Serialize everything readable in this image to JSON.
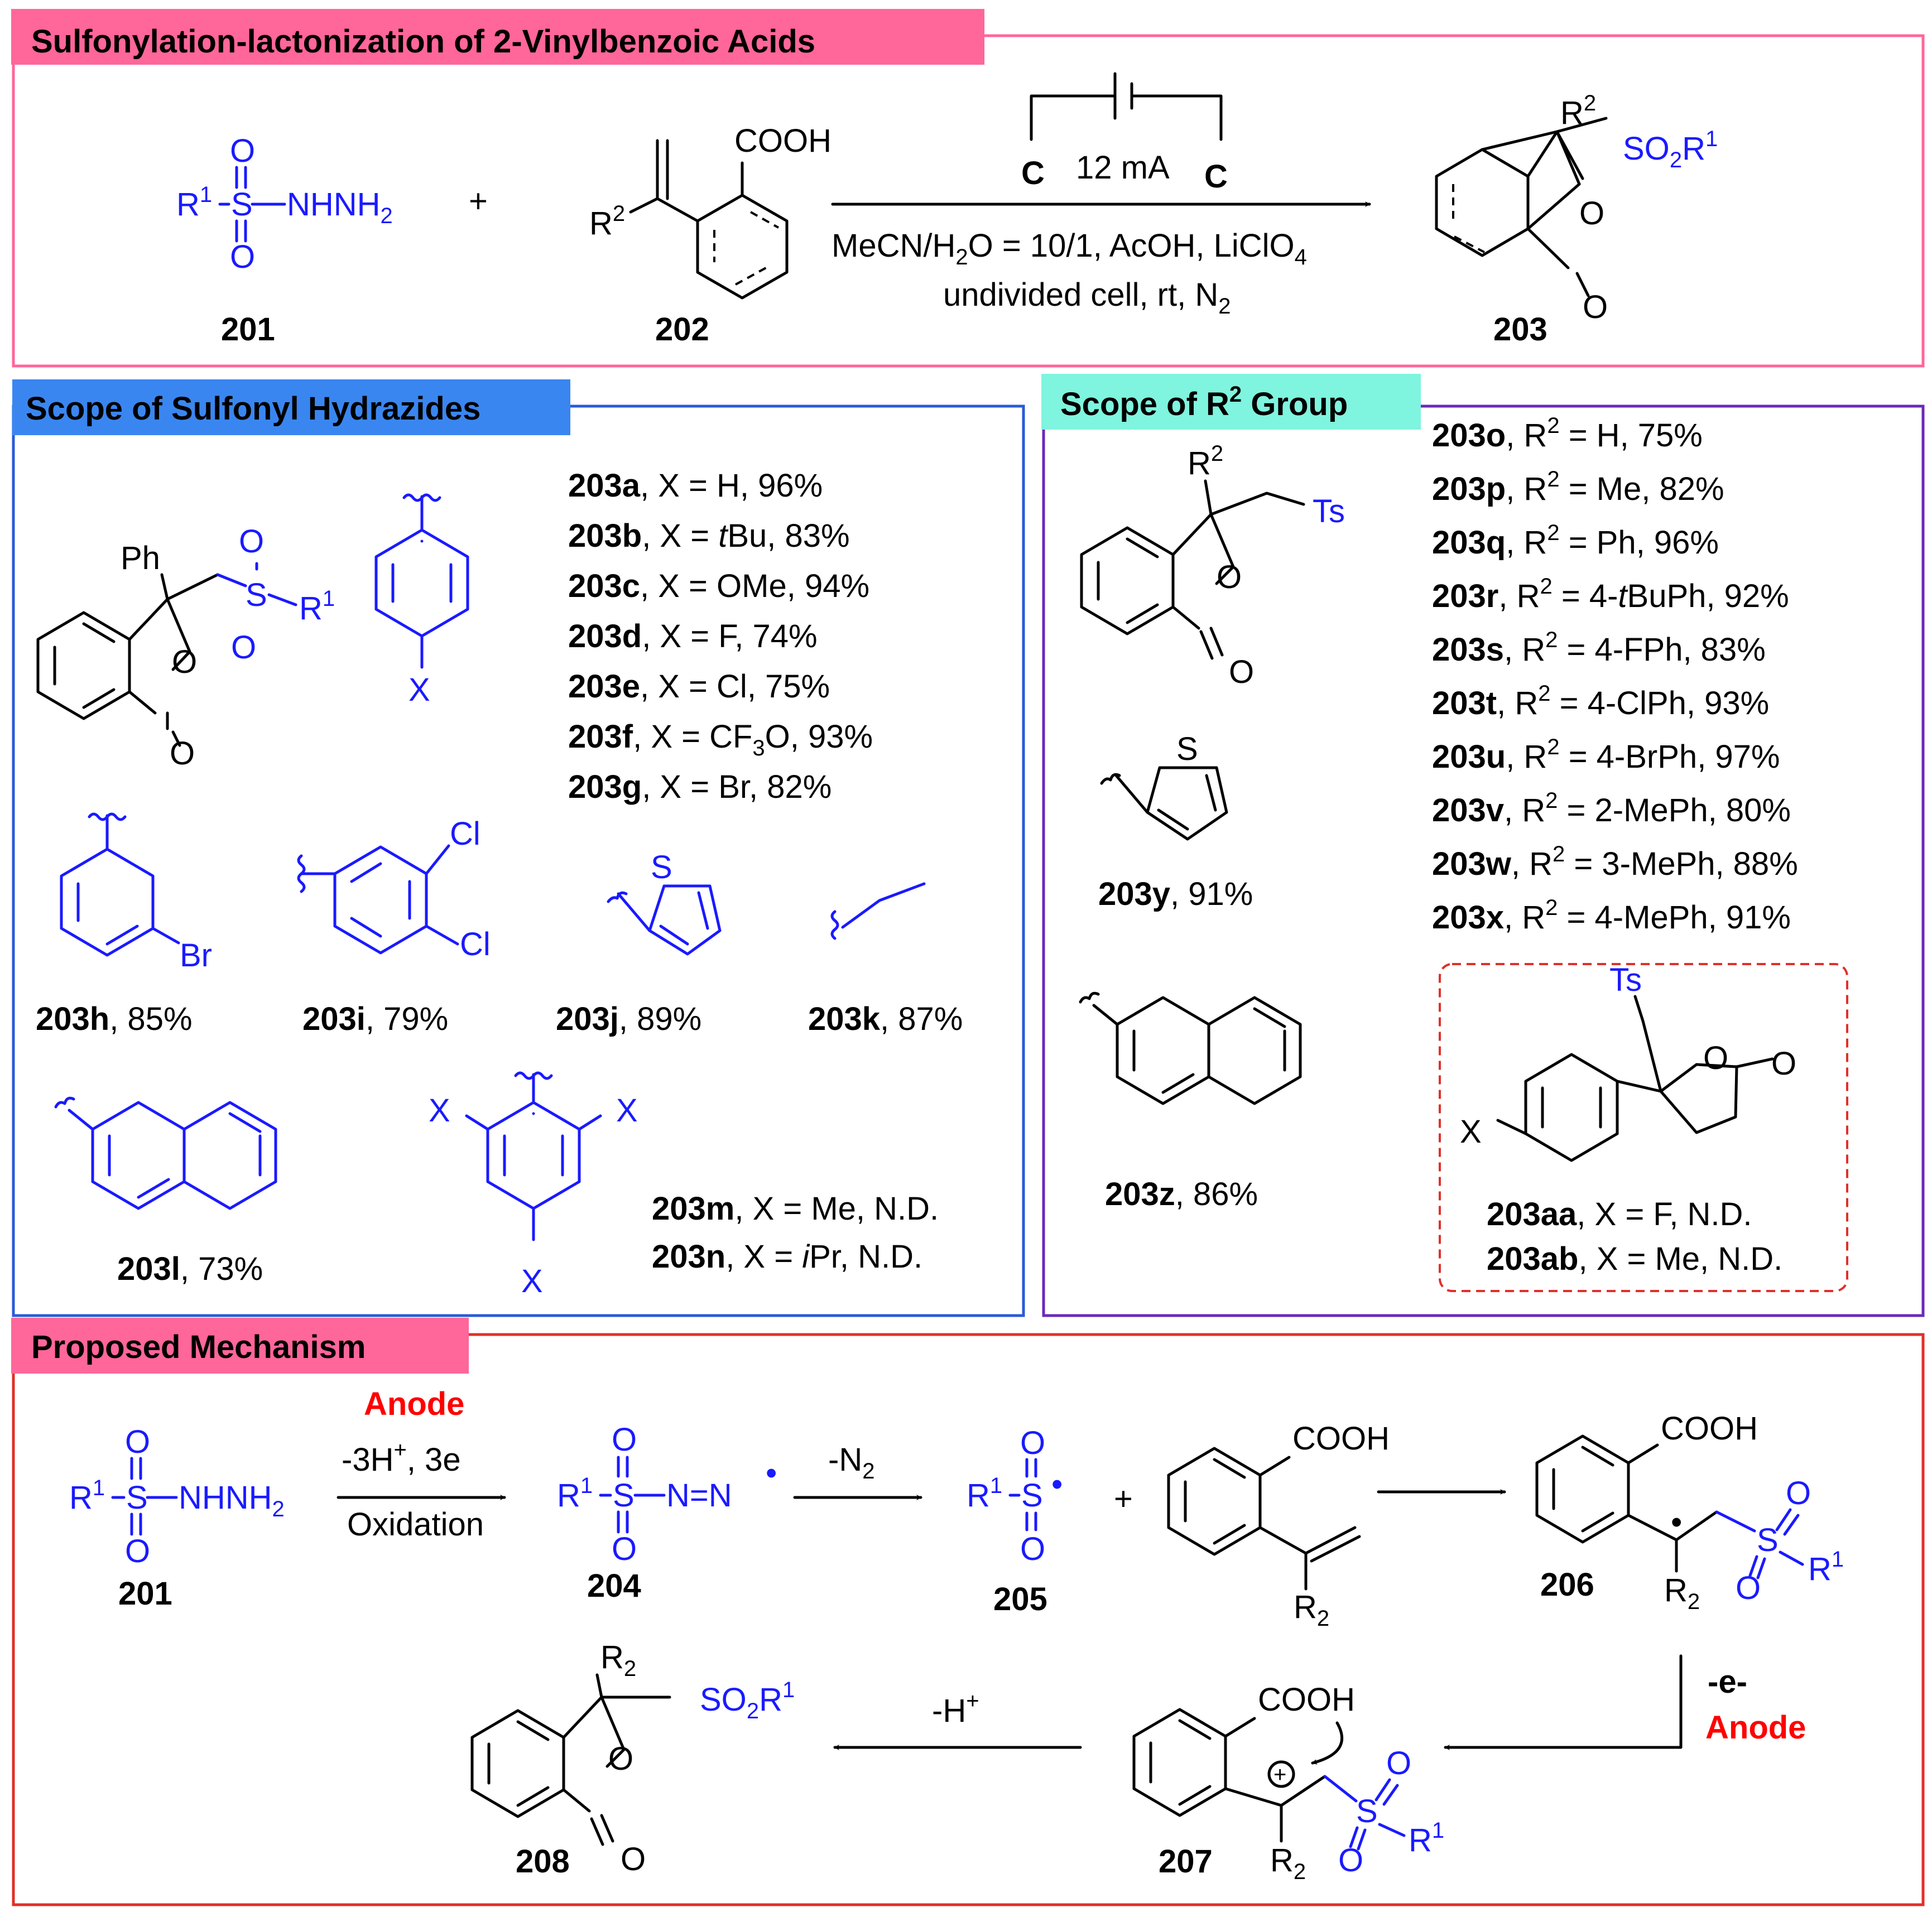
{
  "headers": {
    "sec1": "Sulfonylation-lactonization of 2-Vinylbenzoic Acids",
    "sec2": "Scope of Sulfonyl Hydrazides",
    "sec3": "Scope of R",
    "sec3_sup": "2",
    "sec3_tail": " Group",
    "sec4": "Proposed Mechanism"
  },
  "colors": {
    "pink": "#ff6699",
    "blue": "#3a86f0",
    "teal": "#7ff4de",
    "red_box": "#e0302a",
    "blue_box": "#2a5bd7",
    "purple_box": "#6a2ab8"
  },
  "reaction": {
    "c_left": "C",
    "current": "12 mA",
    "c_right": "C",
    "cond1": "MeCN/H",
    "cond1_sub": "2",
    "cond1_b": "O = 10/1, AcOH, LiClO",
    "cond1_sub2": "4",
    "cond2": "undivided cell, rt, N",
    "cond2_sub": "2",
    "plus": "+",
    "cooh": "COOH",
    "labels": {
      "c201": "201",
      "c202": "202",
      "c203": "203"
    }
  },
  "atoms": {
    "R": "R",
    "sup1": "1",
    "sup2": "2",
    "S": "S",
    "O": "O",
    "NHNH": "NHNH",
    "sub2": "2",
    "SO": "SO",
    "Ph": "Ph",
    "X": "X",
    "Br": "Br",
    "Cl": "Cl",
    "Ts": "Ts",
    "N": "N",
    "NN": "N=N",
    "dot": "•",
    "R2sub": "2",
    "plus_circ": "+"
  },
  "scope1": [
    {
      "id": "203a",
      "text": ", X = H, 96%"
    },
    {
      "id": "203b",
      "pre": ", X = ",
      "it": "t",
      "post": "Bu, 83%"
    },
    {
      "id": "203c",
      "text": ", X = OMe, 94%"
    },
    {
      "id": "203d",
      "text": ", X = F, 74%"
    },
    {
      "id": "203e",
      "text": ", X = Cl, 75%"
    },
    {
      "id": "203f",
      "pre": ", X = CF",
      "sub": "3",
      "post": "O, 93%"
    },
    {
      "id": "203g",
      "text": ", X = Br, 82%"
    }
  ],
  "scope1_row": [
    {
      "id": "203h",
      "text": ", 85%"
    },
    {
      "id": "203i",
      "text": ", 79%"
    },
    {
      "id": "203j",
      "text": ", 89%"
    },
    {
      "id": "203k",
      "text": ", 87%"
    }
  ],
  "scope1_l": {
    "id": "203l",
    "text": ", 73%"
  },
  "scope1_mn": [
    {
      "id": "203m",
      "text": ", X = Me, N.D."
    },
    {
      "id": "203n",
      "pre": ", X = ",
      "it": "i",
      "post": "Pr, N.D."
    }
  ],
  "scope2": [
    {
      "id": "203o",
      "pre": ", R",
      "mid": " = H, 75%"
    },
    {
      "id": "203p",
      "pre": ", R",
      "mid": " = Me, 82%"
    },
    {
      "id": "203q",
      "pre": ", R",
      "mid": " = Ph, 96%"
    },
    {
      "id": "203r",
      "pre": ", R",
      "mid": " = 4-",
      "it": "t",
      "post": "BuPh, 92%"
    },
    {
      "id": "203s",
      "pre": ", R",
      "mid": " = 4-FPh, 83%"
    },
    {
      "id": "203t",
      "pre": ", R",
      "mid": " = 4-ClPh, 93%"
    },
    {
      "id": "203u",
      "pre": ", R",
      "mid": " = 4-BrPh, 97%"
    },
    {
      "id": "203v",
      "pre": ", R",
      "mid": " = 2-MePh, 80%"
    },
    {
      "id": "203w",
      "pre": ", R",
      "mid": " = 3-MePh, 88%"
    },
    {
      "id": "203x",
      "pre": ", R",
      "mid": " = 4-MePh, 91%"
    }
  ],
  "scope2_y": {
    "id": "203y",
    "text": ", 91%"
  },
  "scope2_z": {
    "id": "203z",
    "text": ", 86%"
  },
  "scope2_aa": [
    {
      "id": "203aa",
      "text": ", X = F,  N.D."
    },
    {
      "id": "203ab",
      "text": ", X = Me, N.D."
    }
  ],
  "mechanism": {
    "anode_top": "Anode",
    "step1a": "-3H",
    "step1a_sup": "+",
    "step1a_tail": ", 3e",
    "step1b": "Oxidation",
    "step2": "-N",
    "step2_sub": "2",
    "minus_e": "-e-",
    "anode_bottom": "Anode",
    "minus_h": "-H",
    "minus_h_sup": "+",
    "labels": {
      "c201": "201",
      "c204": "204",
      "c205": "205",
      "c206": "206",
      "c207": "207",
      "c208": "208"
    }
  }
}
